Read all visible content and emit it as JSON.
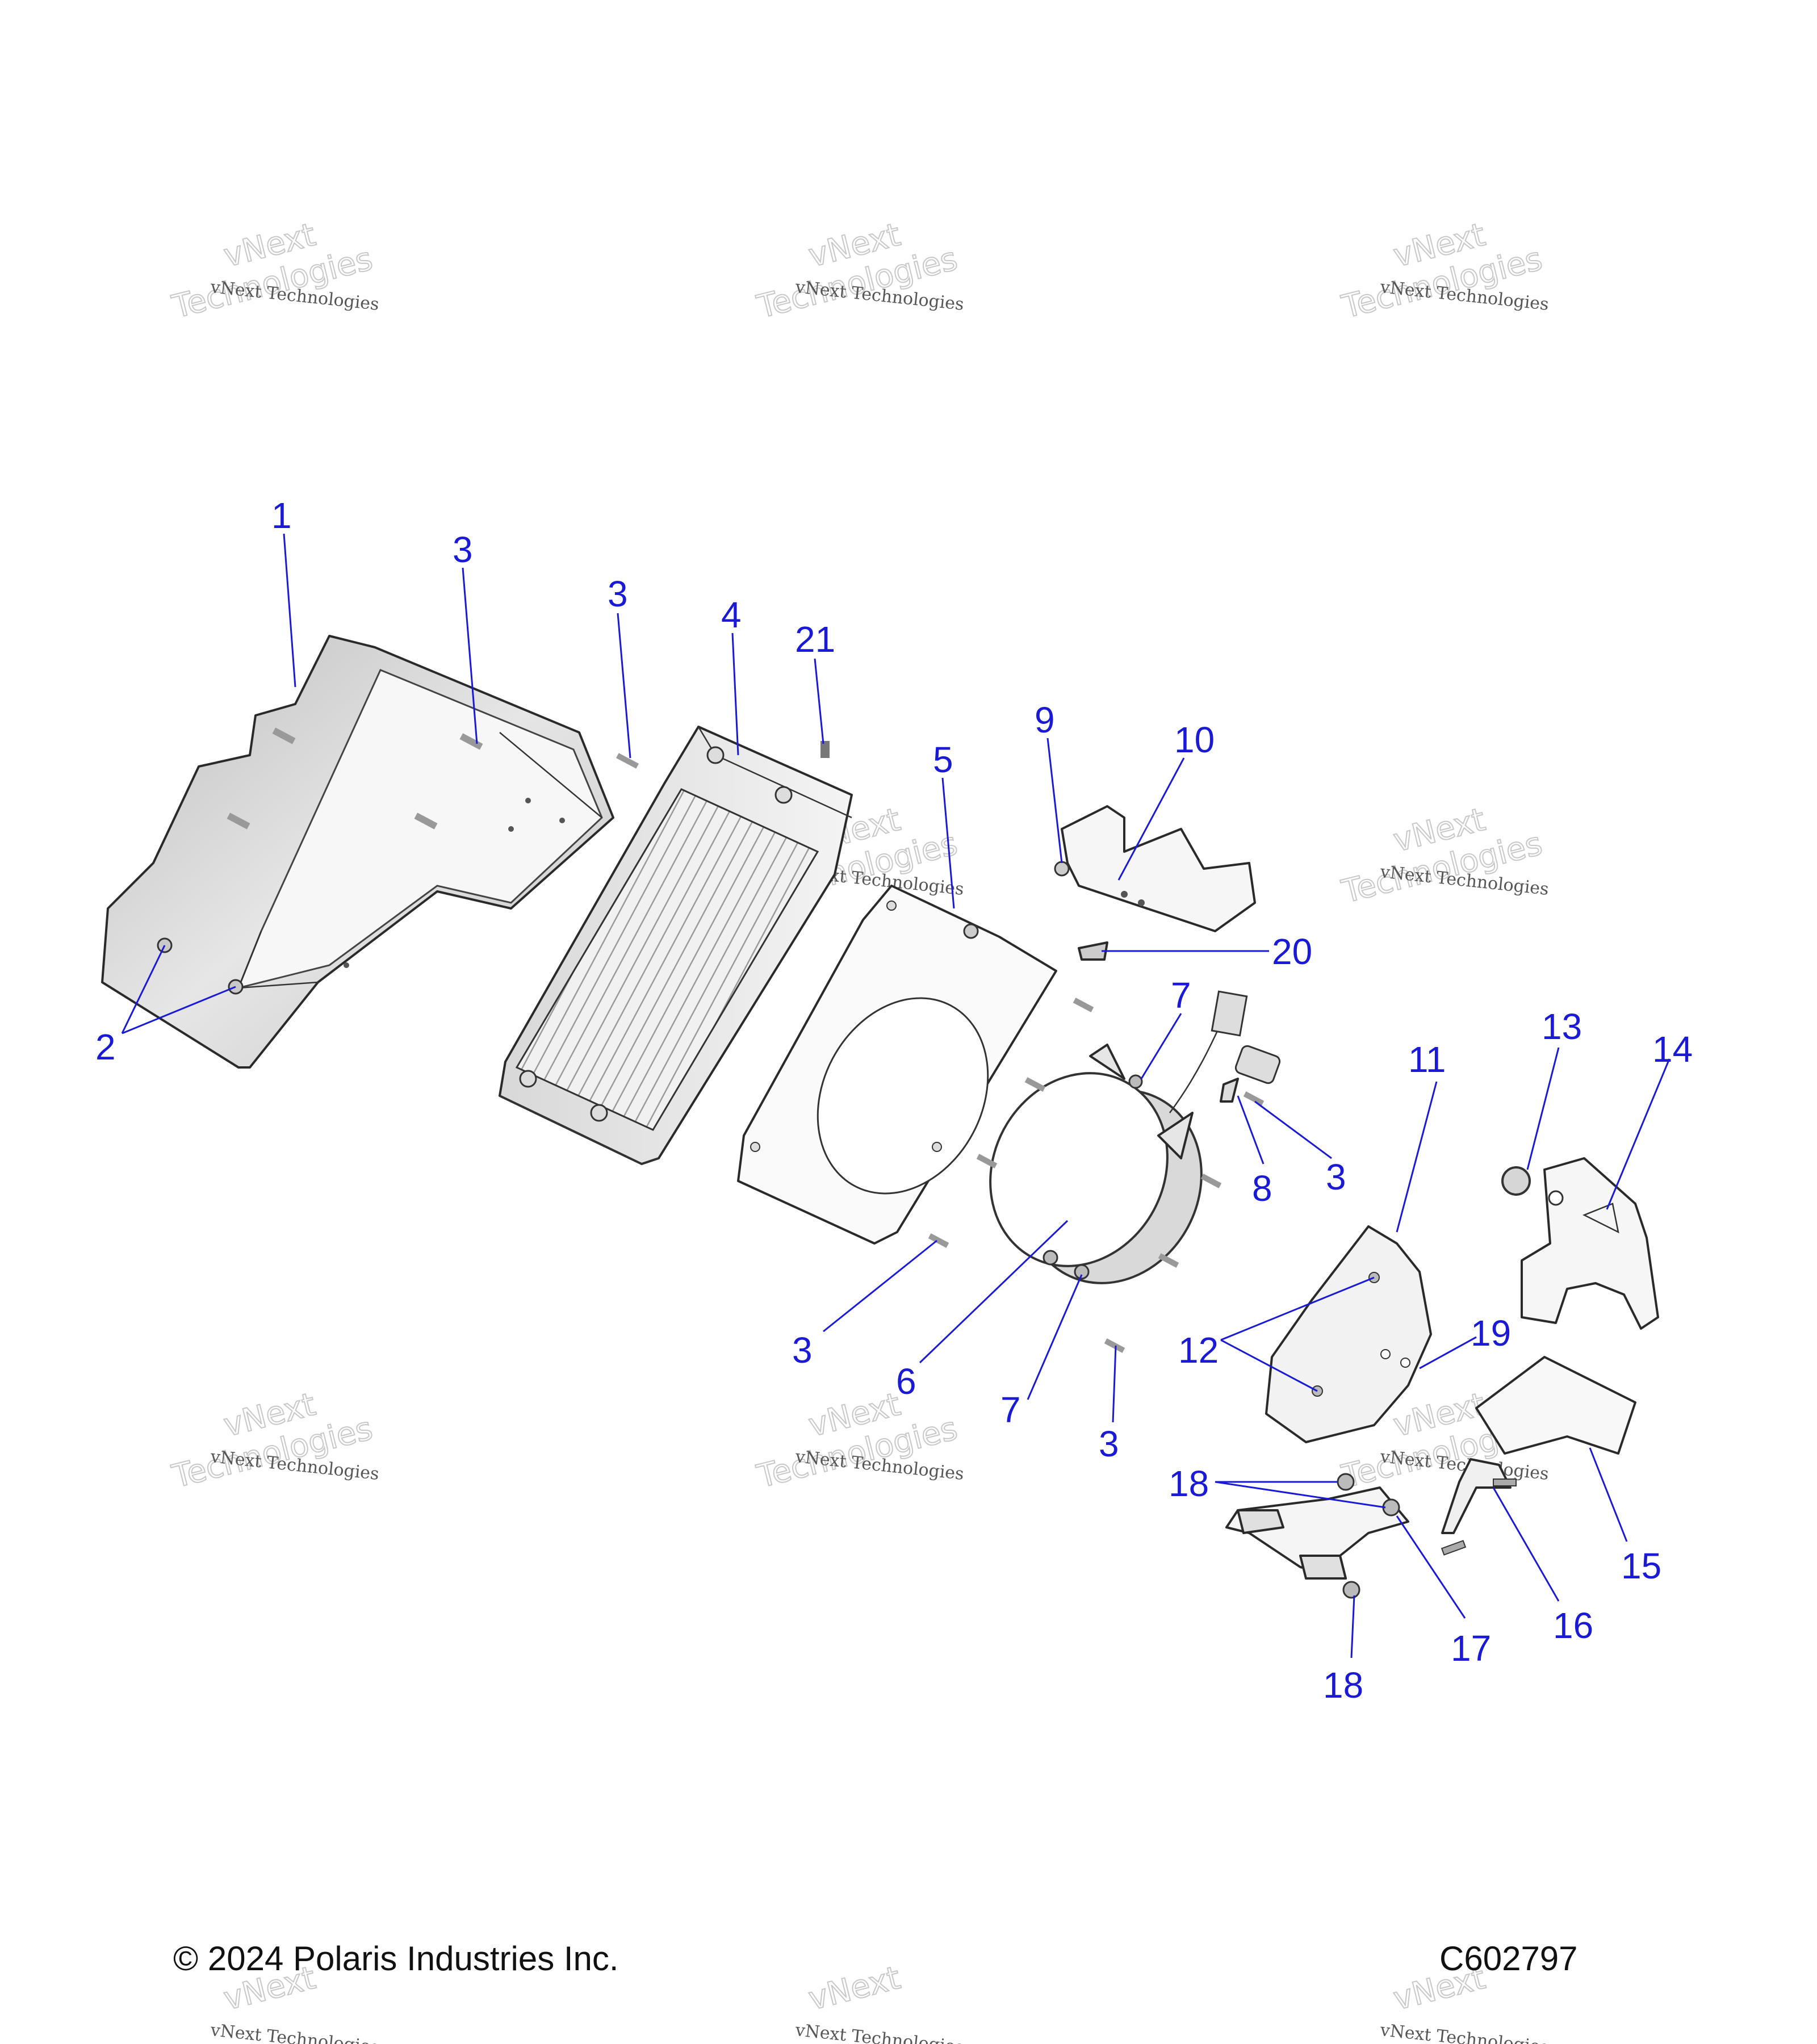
{
  "watermark": {
    "small_text": "vNext Technologies",
    "big_line1": "vNext",
    "big_line2": "Technologies"
  },
  "callouts": [
    {
      "id": "c1",
      "label": "1"
    },
    {
      "id": "c3a",
      "label": "3"
    },
    {
      "id": "c3b",
      "label": "3"
    },
    {
      "id": "c4",
      "label": "4"
    },
    {
      "id": "c21",
      "label": "21"
    },
    {
      "id": "c9",
      "label": "9"
    },
    {
      "id": "c10",
      "label": "10"
    },
    {
      "id": "c5",
      "label": "5"
    },
    {
      "id": "c20",
      "label": "20"
    },
    {
      "id": "c7a",
      "label": "7"
    },
    {
      "id": "c2",
      "label": "2"
    },
    {
      "id": "c11",
      "label": "11"
    },
    {
      "id": "c13",
      "label": "13"
    },
    {
      "id": "c14",
      "label": "14"
    },
    {
      "id": "c8",
      "label": "8"
    },
    {
      "id": "c3c",
      "label": "3"
    },
    {
      "id": "c3d",
      "label": "3"
    },
    {
      "id": "c6",
      "label": "6"
    },
    {
      "id": "c7b",
      "label": "7"
    },
    {
      "id": "c3e",
      "label": "3"
    },
    {
      "id": "c12",
      "label": "12"
    },
    {
      "id": "c19",
      "label": "19"
    },
    {
      "id": "c18a",
      "label": "18"
    },
    {
      "id": "c15",
      "label": "15"
    },
    {
      "id": "c16",
      "label": "16"
    },
    {
      "id": "c17",
      "label": "17"
    },
    {
      "id": "c18b",
      "label": "18"
    }
  ],
  "footer": {
    "copyright": "© 2024 Polaris Industries Inc.",
    "drawing_number": "C602797"
  }
}
